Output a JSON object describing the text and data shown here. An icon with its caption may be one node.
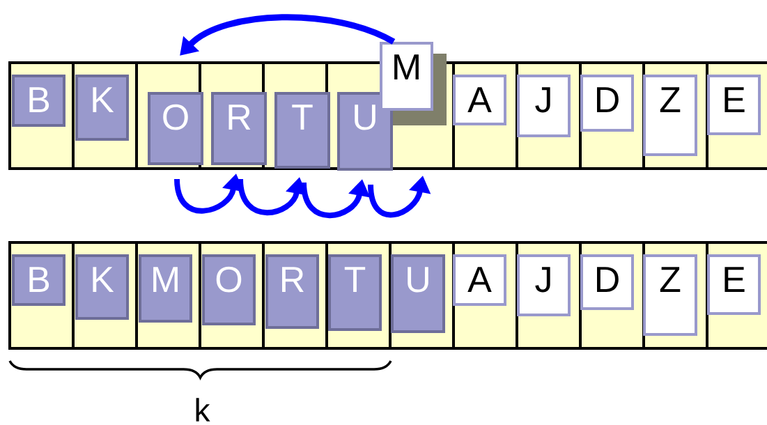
{
  "diagram": {
    "nodes": [
      {
        "text": [
          "B"
        ]
      },
      {
        "text": [
          "K"
        ]
      },
      {
        "text": [
          "O"
        ]
      },
      {
        "text": [
          "R"
        ]
      },
      {
        "text": [
          "T"
        ]
      },
      {
        "text": [
          "U"
        ]
      },
      {
        "text": [
          "M"
        ]
      },
      {
        "text": [
          "A"
        ]
      },
      {
        "text": [
          "J"
        ]
      },
      {
        "text": [
          "D"
        ]
      },
      {
        "text": [
          "Z"
        ]
      },
      {
        "text": [
          "E"
        ]
      },
      {
        "text": [
          "B"
        ]
      },
      {
        "text": [
          "K"
        ]
      },
      {
        "text": [
          "M"
        ]
      },
      {
        "text": [
          "O"
        ]
      },
      {
        "text": [
          "R"
        ]
      },
      {
        "text": [
          "T"
        ]
      },
      {
        "text": [
          "U"
        ]
      },
      {
        "text": [
          "A"
        ]
      },
      {
        "text": [
          "J"
        ]
      },
      {
        "text": [
          "D"
        ]
      },
      {
        "text": [
          "Z"
        ]
      },
      {
        "text": [
          "E"
        ]
      }
    ],
    "edges": [
      {
        "from": 6,
        "to": null,
        "arrow": "to"
      },
      {
        "from": 2,
        "to": 3,
        "arrow": "to"
      },
      {
        "from": 3,
        "to": 4,
        "arrow": "to"
      },
      {
        "from": 4,
        "to": 5,
        "arrow": "to"
      },
      {
        "from": 5,
        "to": null,
        "arrow": "to"
      }
    ],
    "labels": [
      "k"
    ]
  }
}
